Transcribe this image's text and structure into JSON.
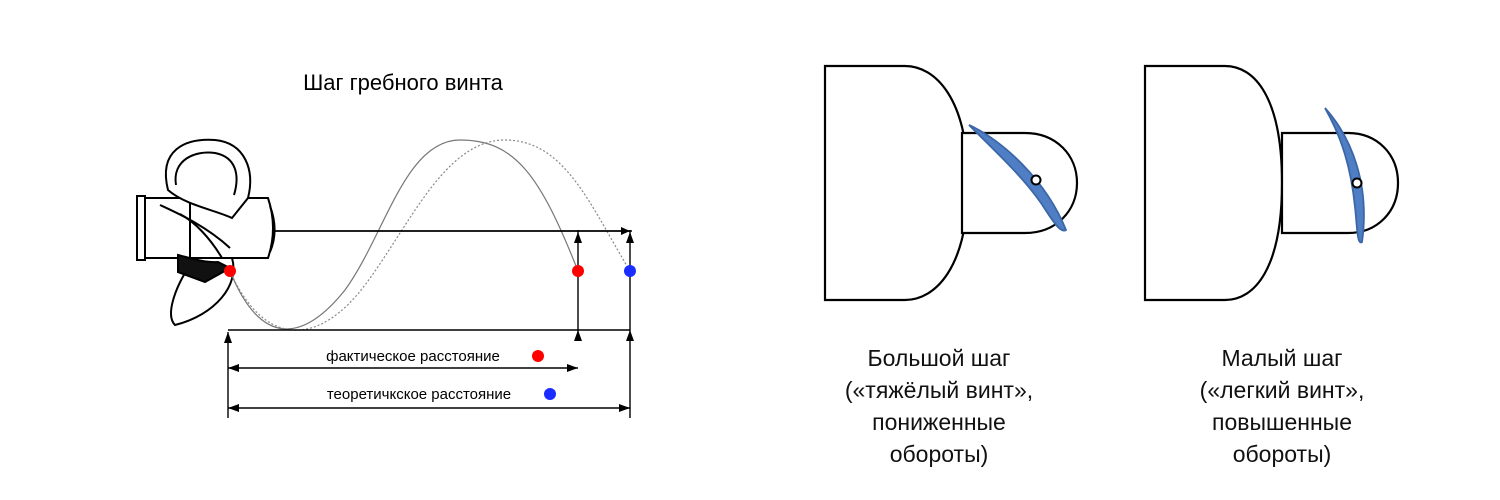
{
  "left_diagram": {
    "title": "Шаг гребного винта",
    "actual_distance_label": "фактическое расстояние",
    "theoretical_distance_label": "теоретичкское расстояние",
    "colors": {
      "actual_marker": "#ff0000",
      "theoretical_marker": "#1a2cff",
      "line": "#000000"
    }
  },
  "right_diagram": {
    "colors": {
      "blade_fill": "#4f7ec4",
      "blade_stroke": "#3b67a8",
      "outline": "#000000"
    },
    "high_pitch": {
      "caption_lines": [
        "Большой шаг",
        "(«тяжёлый винт»,",
        "пониженные",
        "обороты)"
      ]
    },
    "low_pitch": {
      "caption_lines": [
        "Малый шаг",
        "(«легкий винт»,",
        "повышенные",
        "обороты)"
      ]
    }
  }
}
